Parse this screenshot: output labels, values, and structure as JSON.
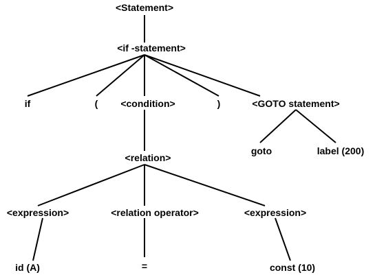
{
  "parse_tree": {
    "nodes": {
      "statement": "<Statement>",
      "if_statement": "<if -statement>",
      "if_keyword": "if",
      "open_paren": "(",
      "condition": "<condition>",
      "close_paren": ")",
      "goto_statement": "<GOTO statement>",
      "goto_keyword": "goto",
      "label": "label (200)",
      "relation": "<relation>",
      "expression_left": "<expression>",
      "relation_operator": "<relation operator>",
      "expression_right": "<expression>",
      "id_a": "id (A)",
      "equals": "=",
      "const_10": "const (10)"
    },
    "edges": [
      [
        "statement",
        "if_statement"
      ],
      [
        "if_statement",
        "if_keyword"
      ],
      [
        "if_statement",
        "open_paren"
      ],
      [
        "if_statement",
        "condition"
      ],
      [
        "if_statement",
        "close_paren"
      ],
      [
        "if_statement",
        "goto_statement"
      ],
      [
        "goto_statement",
        "goto_keyword"
      ],
      [
        "goto_statement",
        "label"
      ],
      [
        "condition",
        "relation"
      ],
      [
        "relation",
        "expression_left"
      ],
      [
        "relation",
        "relation_operator"
      ],
      [
        "relation",
        "expression_right"
      ],
      [
        "expression_left",
        "id_a"
      ],
      [
        "relation_operator",
        "equals"
      ],
      [
        "expression_right",
        "const_10"
      ]
    ]
  }
}
